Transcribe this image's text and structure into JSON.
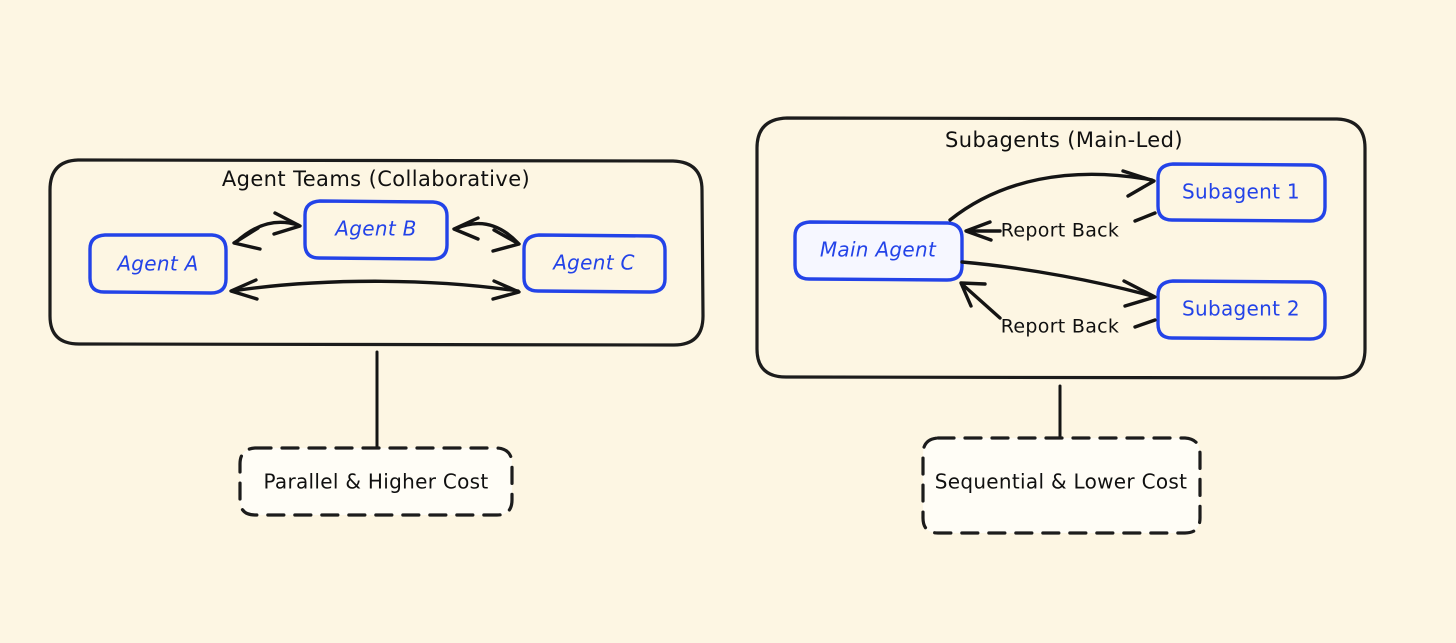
{
  "diagram": {
    "background_color": "#fdf6e3",
    "accent_color": "#2343e8",
    "line_color": "#141414",
    "panels": [
      {
        "id": "agent-teams",
        "title": "Agent Teams (Collaborative)",
        "nodes": [
          {
            "id": "agent-a",
            "label": "Agent A"
          },
          {
            "id": "agent-b",
            "label": "Agent B"
          },
          {
            "id": "agent-c",
            "label": "Agent C"
          }
        ],
        "edges": [
          {
            "from": "agent-a",
            "to": "agent-b",
            "label": "",
            "direction": "both"
          },
          {
            "from": "agent-b",
            "to": "agent-c",
            "label": "",
            "direction": "both"
          },
          {
            "from": "agent-a",
            "to": "agent-c",
            "label": "",
            "direction": "both"
          }
        ],
        "summary": "Parallel & Higher Cost"
      },
      {
        "id": "subagents",
        "title": "Subagents (Main-Led)",
        "nodes": [
          {
            "id": "main-agent",
            "label": "Main Agent"
          },
          {
            "id": "subagent-1",
            "label": "Subagent 1"
          },
          {
            "id": "subagent-2",
            "label": "Subagent 2"
          }
        ],
        "edges": [
          {
            "from": "main-agent",
            "to": "subagent-1",
            "label": "",
            "direction": "forward"
          },
          {
            "from": "subagent-1",
            "to": "main-agent",
            "label": "Report Back",
            "direction": "forward"
          },
          {
            "from": "main-agent",
            "to": "subagent-2",
            "label": "",
            "direction": "forward"
          },
          {
            "from": "subagent-2",
            "to": "main-agent",
            "label": "Report Back",
            "direction": "forward"
          }
        ],
        "summary": "Sequential & Lower Cost"
      }
    ]
  }
}
